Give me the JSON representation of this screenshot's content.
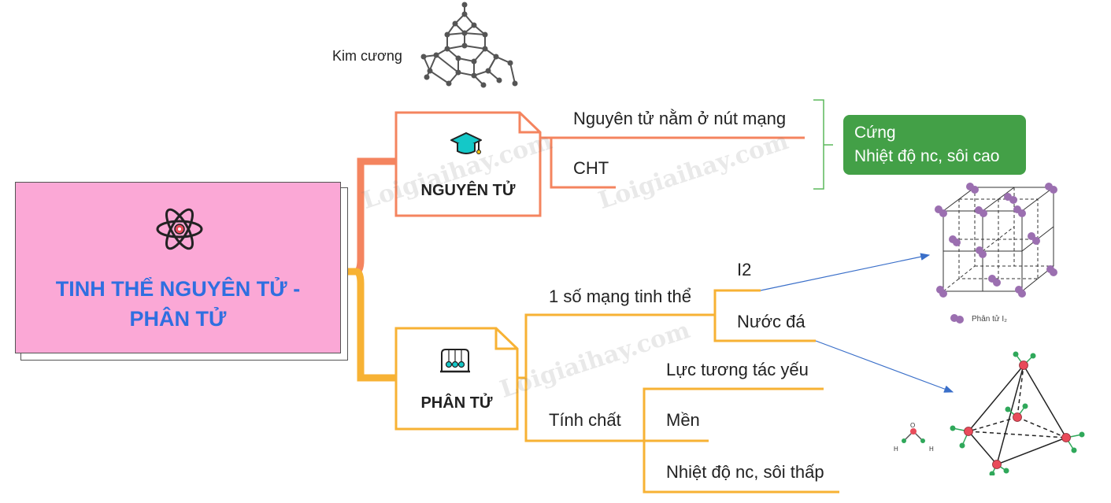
{
  "root": {
    "title": "TINH THỂ NGUYÊN TỬ -\nPHÂN TỬ",
    "icon": "atom-icon"
  },
  "atom_node": {
    "label": "NGUYÊN TỬ",
    "icon": "graduation-cap-icon",
    "branches": [
      "Nguyên tử nằm ở nút mạng",
      "CHT"
    ],
    "result": [
      "Cứng",
      "Nhiệt độ nc, sôi cao"
    ],
    "diamond_label": "Kim cương"
  },
  "molecule_node": {
    "label": "PHÂN TỬ",
    "icon": "newtons-cradle-icon",
    "lattice_branch": "1 số mạng tinh thể",
    "lattice_examples": [
      "I2",
      "Nước đá"
    ],
    "property_branch": "Tính chất",
    "properties": [
      "Lực tương tác yếu",
      "Mền",
      "Nhiệt độ nc, sôi thấp"
    ],
    "iodine_legend": "Phân tử I₂",
    "water_atoms": [
      "O",
      "H",
      "H"
    ]
  },
  "watermark": "Loigiaihay.com",
  "colors": {
    "root_bg": "#fba8d6",
    "root_text": "#2f6fe0",
    "atom_branch": "#f4845f",
    "molecule_branch": "#f7b234",
    "result_bg": "#43a047",
    "bracket": "#5cb85c",
    "arrow": "#3a6fc9"
  }
}
